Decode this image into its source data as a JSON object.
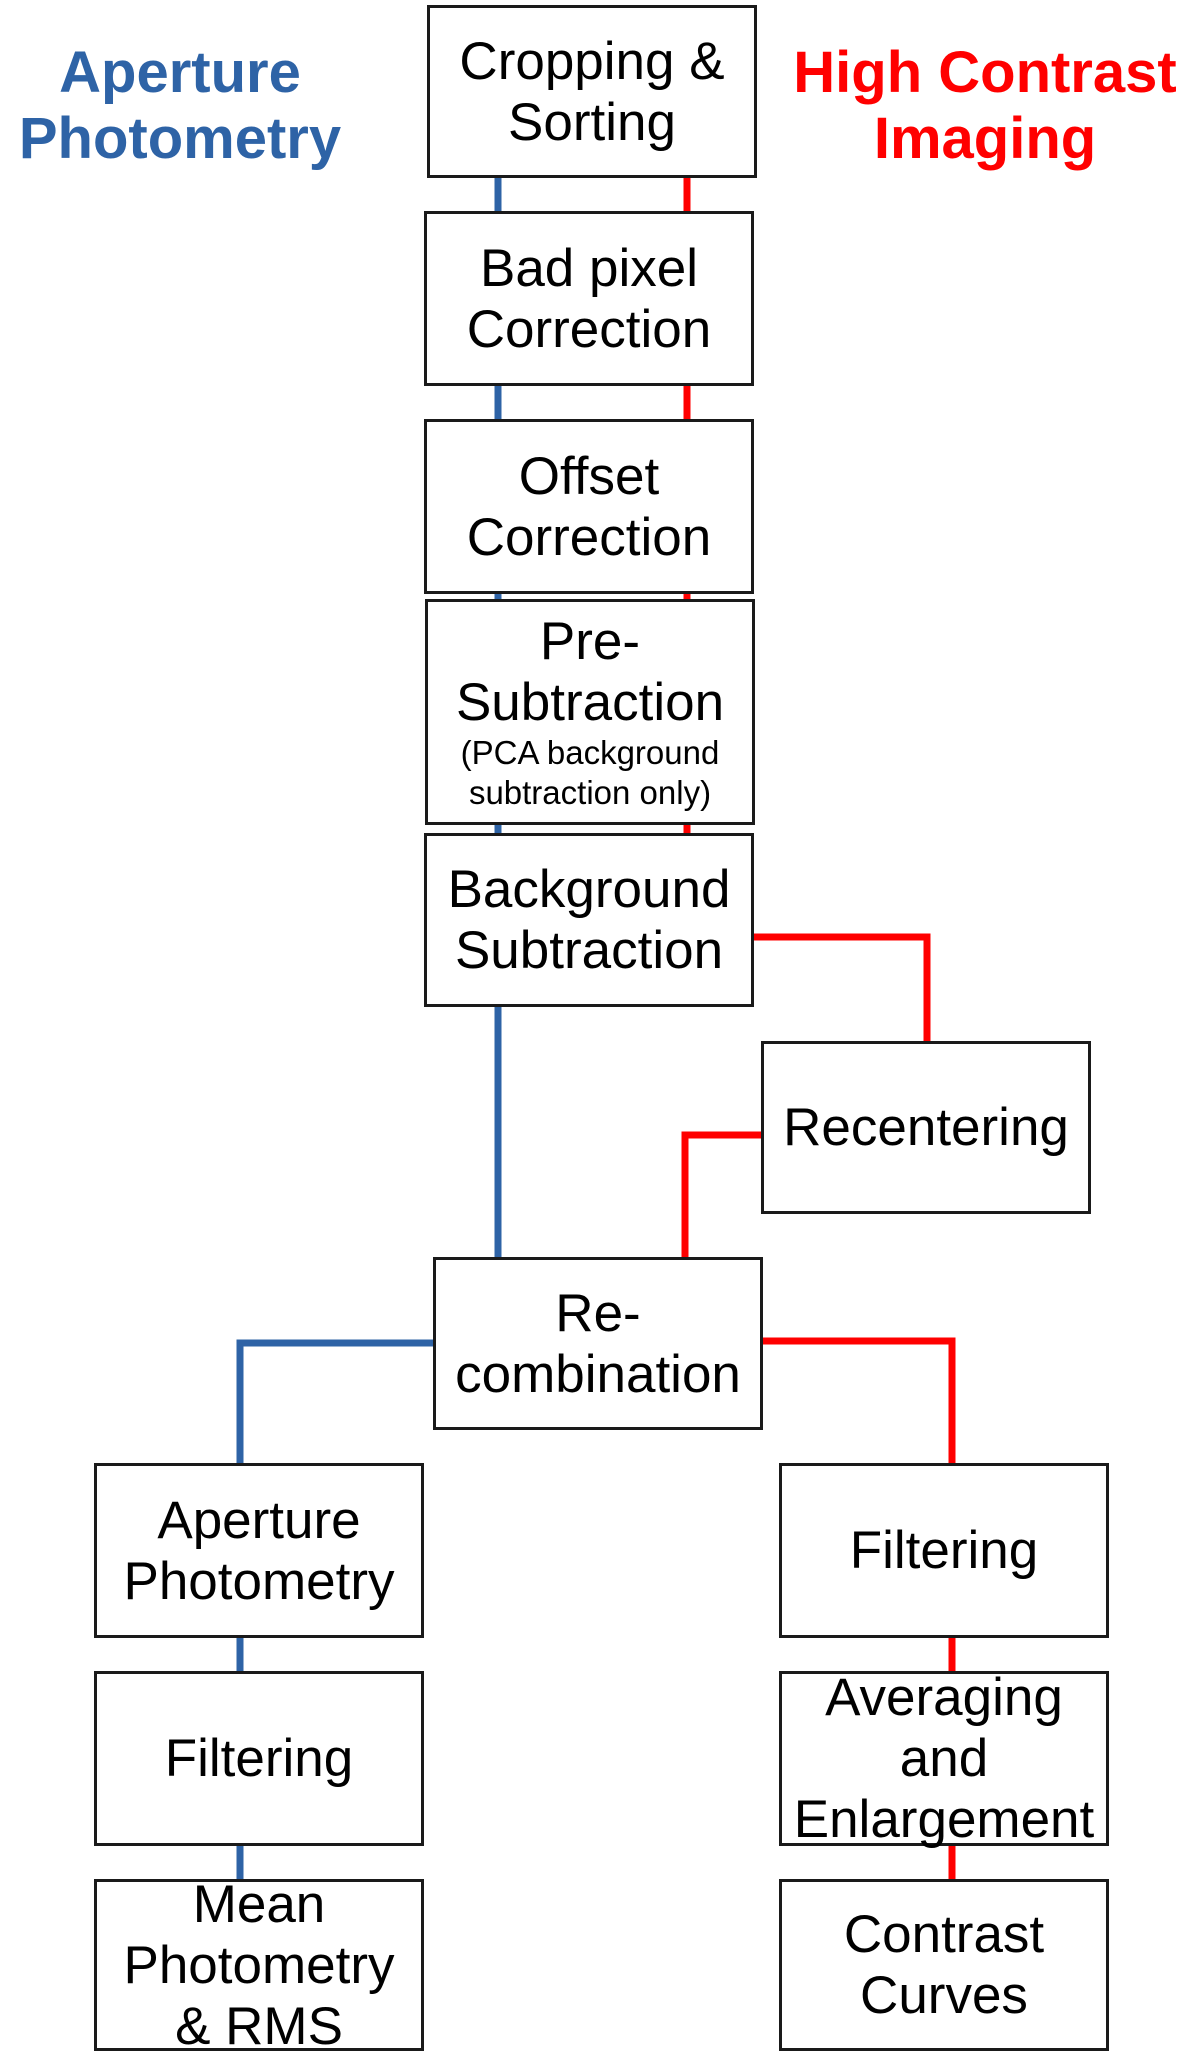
{
  "colors": {
    "aperture": "#2e63a6",
    "contrast": "#ff0000",
    "box_border": "#1a1a1a"
  },
  "headings": {
    "aperture": [
      "Aperture",
      "Photometry"
    ],
    "contrast": [
      "High Contrast",
      "Imaging"
    ]
  },
  "steps": {
    "cropping": {
      "lines": [
        "Cropping &",
        "Sorting"
      ]
    },
    "bad_pixel": {
      "lines": [
        "Bad pixel",
        "Correction"
      ]
    },
    "offset": {
      "lines": [
        "Offset",
        "Correction"
      ]
    },
    "pre_subtraction": {
      "lines": [
        "Pre-",
        "Subtraction"
      ],
      "note_lines": [
        "(PCA background",
        "subtraction only)"
      ]
    },
    "background": {
      "lines": [
        "Background",
        "Subtraction"
      ]
    },
    "recentering": {
      "lines": [
        "Recentering"
      ]
    },
    "recombination": {
      "lines": [
        "Re-",
        "combination"
      ]
    },
    "aperture_photometry": {
      "lines": [
        "Aperture",
        "Photometry"
      ]
    },
    "filtering_left": {
      "lines": [
        "Filtering"
      ]
    },
    "mean_photometry": {
      "lines": [
        "Mean",
        "Photometry",
        "& RMS"
      ]
    },
    "filtering_right": {
      "lines": [
        "Filtering"
      ]
    },
    "averaging": {
      "lines": [
        "Averaging",
        "and",
        "Enlargement"
      ]
    },
    "contrast_curves": {
      "lines": [
        "Contrast",
        "Curves"
      ]
    }
  }
}
